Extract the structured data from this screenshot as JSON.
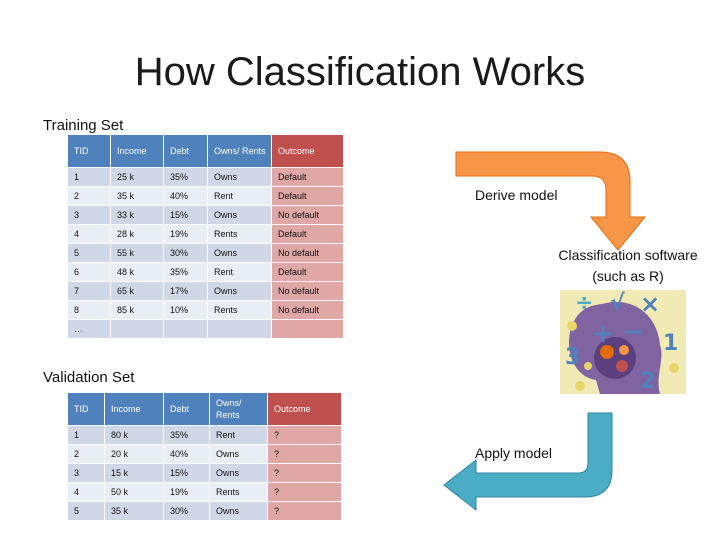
{
  "title": "How Classification Works",
  "training": {
    "label": "Training Set",
    "headers": [
      "TID",
      "Income",
      "Debt",
      "Owns/ Rents",
      "Outcome"
    ],
    "rows": [
      [
        "1",
        "25 k",
        "35%",
        "Owns",
        "Default"
      ],
      [
        "2",
        "35 k",
        "40%",
        "Rent",
        "Default"
      ],
      [
        "3",
        "33 k",
        "15%",
        "Owns",
        "No default"
      ],
      [
        "4",
        "28 k",
        "19%",
        "Rents",
        "Default"
      ],
      [
        "5",
        "55 k",
        "30%",
        "Owns",
        "No default"
      ],
      [
        "6",
        "48 k",
        "35%",
        "Rent",
        "Default"
      ],
      [
        "7",
        "65 k",
        "17%",
        "Owns",
        "No default"
      ],
      [
        "8",
        "85 k",
        "10%",
        "Rents",
        "No default"
      ],
      [
        "…",
        "",
        "",
        "",
        ""
      ]
    ]
  },
  "validation": {
    "label": "Validation Set",
    "headers": [
      "TID",
      "Income",
      "Debt",
      "Owns/ Rents",
      "Outcome"
    ],
    "rows": [
      [
        "1",
        "80 k",
        "35%",
        "Rent",
        "?"
      ],
      [
        "2",
        "20 k",
        "40%",
        "Owns",
        "?"
      ],
      [
        "3",
        "15 k",
        "15%",
        "Owns",
        "?"
      ],
      [
        "4",
        "50 k",
        "19%",
        "Rents",
        "?"
      ],
      [
        "5",
        "35 k",
        "30%",
        "Owns",
        "?"
      ]
    ]
  },
  "derive_model": "Derive model",
  "software_line1": "Classification software",
  "software_line2": "(such as R)",
  "apply_model": "Apply model",
  "colors": {
    "header_blue": "#4f81bd",
    "header_red": "#c0504d",
    "arrow_orange": "#f79646",
    "arrow_blue": "#4bacc6",
    "head_purple": "#8064a2",
    "head_bg": "#f2eab4"
  },
  "head_icon_glyphs": [
    "÷",
    "√",
    "×",
    "+",
    "−",
    "3",
    "1",
    "2"
  ]
}
